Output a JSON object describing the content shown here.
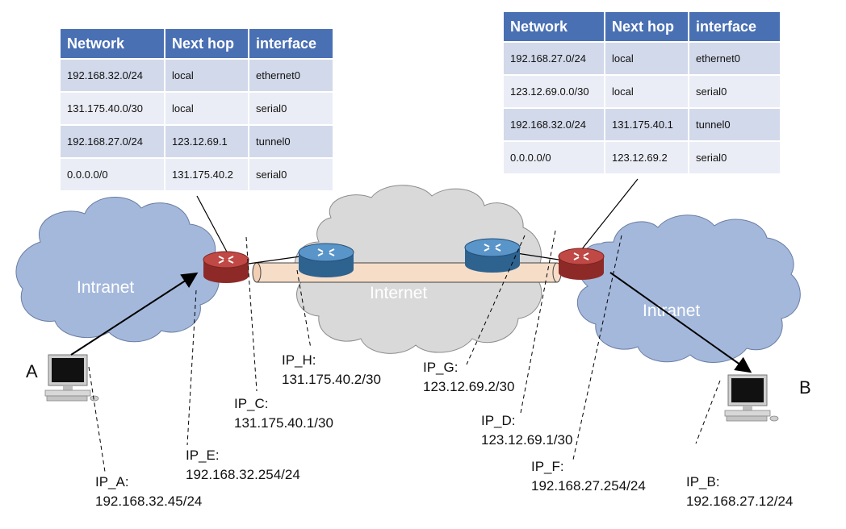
{
  "tables": {
    "left": {
      "headers": [
        "Network",
        "Next hop",
        "interface"
      ],
      "rows": [
        [
          "192.168.32.0/24",
          "local",
          "ethernet0"
        ],
        [
          "131.175.40.0/30",
          "local",
          "serial0"
        ],
        [
          "192.168.27.0/24",
          "123.12.69.1",
          "tunnel0"
        ],
        [
          "0.0.0.0/0",
          "131.175.40.2",
          "serial0"
        ]
      ]
    },
    "right": {
      "headers": [
        "Network",
        "Next hop",
        "interface"
      ],
      "rows": [
        [
          "192.168.27.0/24",
          "local",
          "ethernet0"
        ],
        [
          "123.12.69.0.0/30",
          "local",
          "serial0"
        ],
        [
          "192.168.32.0/24",
          "131.175.40.1",
          "tunnel0"
        ],
        [
          "0.0.0.0/0",
          "123.12.69.2",
          "serial0"
        ]
      ]
    }
  },
  "clouds": {
    "left": "Intranet",
    "center": "Internet",
    "right": "Intranet"
  },
  "hosts": {
    "a": "A",
    "b": "B"
  },
  "labels": {
    "ip_a": [
      "IP_A:",
      "192.168.32.45/24"
    ],
    "ip_e": [
      "IP_E:",
      "192.168.32.254/24"
    ],
    "ip_c": [
      "IP_C:",
      "131.175.40.1/30"
    ],
    "ip_h": [
      "IP_H:",
      "131.175.40.2/30"
    ],
    "ip_g": [
      "IP_G:",
      "123.12.69.2/30"
    ],
    "ip_d": [
      "IP_D:",
      "123.12.69.1/30"
    ],
    "ip_f": [
      "IP_F:",
      "192.168.27.254/24"
    ],
    "ip_b": [
      "IP_B:",
      "192.168.27.12/24"
    ]
  },
  "colors": {
    "intranet_cloud": "#a4b8dc",
    "internet_cloud": "#d9d9d9",
    "edge_router": "#b23a36",
    "core_router": "#3f7fb8",
    "tunnel": "#f6ddc8",
    "table_header": "#4a70b4"
  }
}
